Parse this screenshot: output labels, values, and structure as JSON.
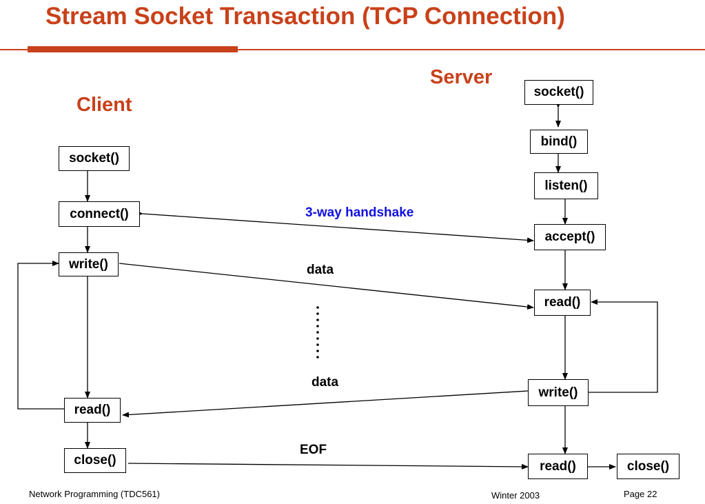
{
  "title": "Stream Socket Transaction (TCP Connection)",
  "client": {
    "heading": "Client",
    "boxes": [
      "socket()",
      "connect()",
      "write()",
      "read()",
      "close()"
    ]
  },
  "server": {
    "heading": "Server",
    "boxes": [
      "socket()",
      "bind()",
      "listen()",
      "accept()",
      "read()",
      "write()",
      "read()",
      "close()"
    ]
  },
  "labels": {
    "handshake": "3-way handshake",
    "data_1": "data",
    "data_2": "data",
    "eof": "EOF"
  },
  "footer": {
    "left": "Network Programming (TDC561)",
    "center": "Winter 2003",
    "right": "Page 22"
  },
  "colors": {
    "accent": "#c8411a",
    "handshake": "#1010e0"
  }
}
